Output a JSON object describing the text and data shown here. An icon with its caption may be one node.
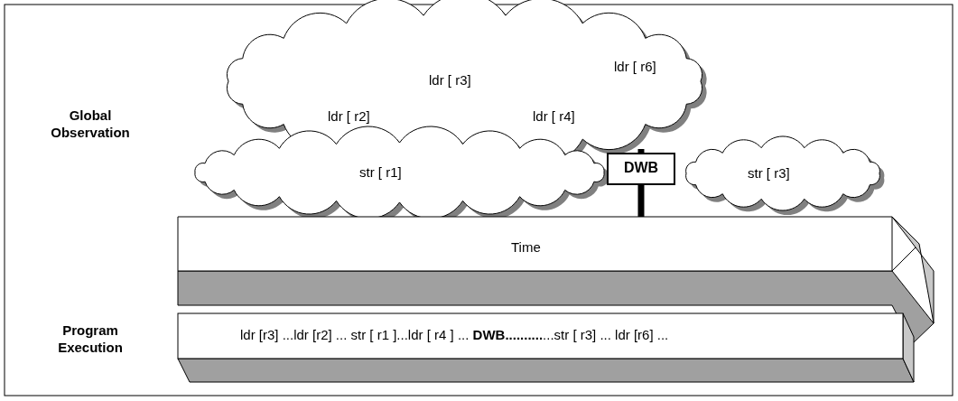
{
  "diagram": {
    "nodes": [
      {
        "text": [
          "ldr [ r3]",
          "ldr [ r6]",
          "ldr [ r2]",
          "ldr [ r4]"
        ]
      },
      {
        "text": [
          "str [ r1]"
        ]
      },
      {
        "text": [
          "DWB"
        ]
      },
      {
        "text": [
          "str [ r3]"
        ]
      },
      {
        "text": [
          "Time"
        ]
      },
      {
        "text": [
          "ldr [r3] ...ldr [r2] ... str [ r1 ]...ldr [ r4 ] ... **DWB..........**...str [ r3] ... ldr [r6]  ..."
        ]
      }
    ],
    "edges": [],
    "labels": [
      "Global Observation",
      "Program Execution"
    ]
  }
}
